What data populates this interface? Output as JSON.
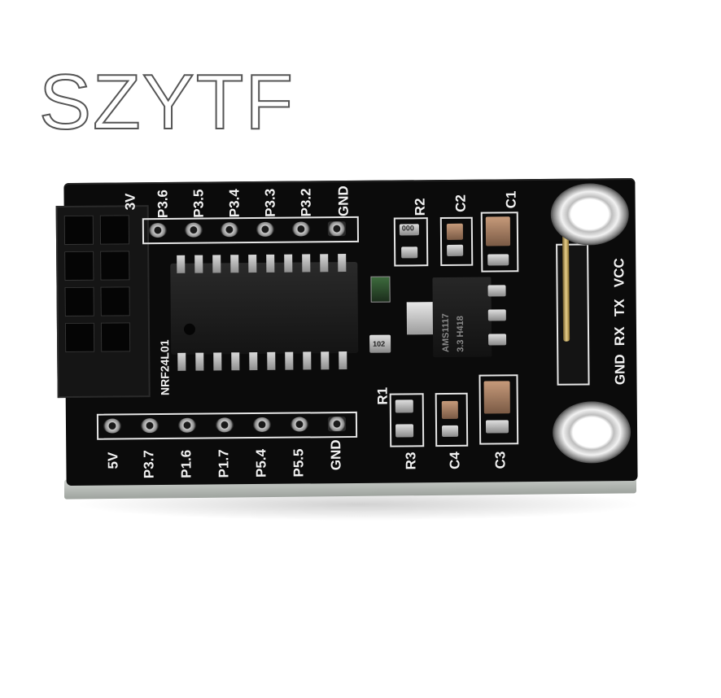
{
  "watermark": {
    "text": "SZYTF"
  },
  "silkscreen": {
    "top_header": [
      "3V",
      "P3.6",
      "P3.5",
      "P3.4",
      "P3.3",
      "P3.2",
      "GND"
    ],
    "bottom_header": [
      "5V",
      "P3.7",
      "P1.6",
      "P1.7",
      "P5.4",
      "P5.5",
      "GND"
    ],
    "uart_header": [
      "GND",
      "RX",
      "TX",
      "VCC"
    ],
    "components": {
      "r1": "R1",
      "r2": "R2",
      "r3": "R3",
      "c1": "C1",
      "c2": "C2",
      "c3": "C3",
      "c4": "C4",
      "socket": "NRF24L01",
      "regulator": "AMS1117",
      "regulator_sub": "3.3 H418",
      "r2_code": "000",
      "d_code": "102"
    }
  },
  "colors": {
    "board": "#0b0b0b",
    "silkscreen": "#f2f2f2",
    "edge": "#b4b8b4",
    "background": "#ffffff"
  }
}
